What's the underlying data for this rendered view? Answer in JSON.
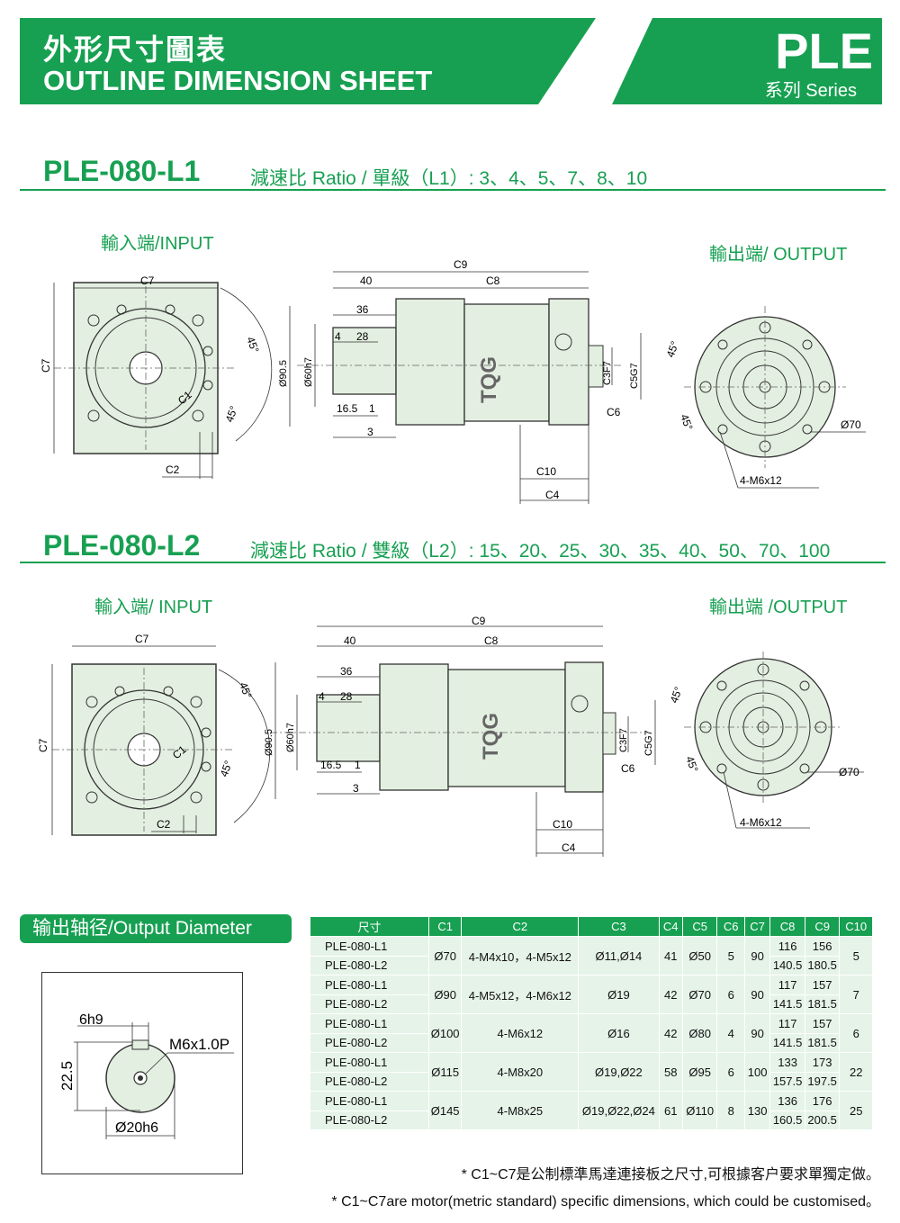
{
  "header": {
    "title_cn": "外形尺寸圖表",
    "title_en": "OUTLINE DIMENSION SHEET",
    "series_code": "PLE",
    "series_label": "系列 Series"
  },
  "colors": {
    "accent": "#17a052",
    "part_fill": "#e3efe0",
    "table_cell": "#e6f3e9"
  },
  "sections": [
    {
      "model": "PLE-080-L1",
      "ratio": "減速比 Ratio / 單級（L1）: 3、4、5、7、8、10",
      "input_label": "輸入端/INPUT",
      "output_label": "輸出端/ OUTPUT",
      "dims": {
        "c7": "C7",
        "c1": "C1",
        "c2": "C2",
        "angle": "45°",
        "c9": "C9",
        "c8": "C8",
        "d40": "40",
        "d36": "36",
        "d4": "4",
        "d28": "28",
        "d16_5": "16.5",
        "d1": "1",
        "d3": "3",
        "dia90_5": "Ø90.5",
        "dia60": "Ø60h7",
        "c3": "C3F7",
        "c5": "C5G7",
        "c6": "C6",
        "c10": "C10",
        "c4": "C4",
        "brand": "TQG",
        "dia70": "Ø70",
        "bolt": "4-M6x12"
      }
    },
    {
      "model": "PLE-080-L2",
      "ratio": "減速比 Ratio / 雙級（L2）: 15、20、25、30、35、40、50、70、100",
      "input_label": "輸入端/ INPUT",
      "output_label": "輸出端 /OUTPUT",
      "dims": {
        "c7": "C7",
        "c1": "C1",
        "c2": "C2",
        "angle": "45°",
        "c9": "C9",
        "c8": "C8",
        "d40": "40",
        "d36": "36",
        "d4": "4",
        "d28": "28",
        "d16_5": "16.5",
        "d1": "1",
        "d3": "3",
        "dia90_5": "Ø90.5",
        "dia60": "Ø60h7",
        "c3": "C3F7",
        "c5": "C5G7",
        "c6": "C6",
        "c10": "C10",
        "c4": "C4",
        "brand": "TQG",
        "dia70": "Ø70",
        "bolt": "4-M6x12"
      }
    }
  ],
  "output_diameter": {
    "heading": "输出轴径/Output Diameter",
    "key_width": "6h9",
    "thread": "M6x1.0P",
    "height": "22.5",
    "diameter": "Ø20h6"
  },
  "table": {
    "headers": [
      "尺寸",
      "C1",
      "C2",
      "C3",
      "C4",
      "C5",
      "C6",
      "C7",
      "C8",
      "C9",
      "C10"
    ],
    "groups": [
      {
        "models": [
          "PLE-080-L1",
          "PLE-080-L2"
        ],
        "c1": "Ø70",
        "c2": "4-M4x10，4-M5x12",
        "c3": "Ø11,Ø14",
        "c4": "41",
        "c5": "Ø50",
        "c6": "5",
        "c7": "90",
        "c8": [
          "116",
          "140.5"
        ],
        "c9": [
          "156",
          "180.5"
        ],
        "c10": "5"
      },
      {
        "models": [
          "PLE-080-L1",
          "PLE-080-L2"
        ],
        "c1": "Ø90",
        "c2": "4-M5x12，4-M6x12",
        "c3": "Ø19",
        "c4": "42",
        "c5": "Ø70",
        "c6": "6",
        "c7": "90",
        "c8": [
          "117",
          "141.5"
        ],
        "c9": [
          "157",
          "181.5"
        ],
        "c10": "7"
      },
      {
        "models": [
          "PLE-080-L1",
          "PLE-080-L2"
        ],
        "c1": "Ø100",
        "c2": "4-M6x12",
        "c3": "Ø16",
        "c4": "42",
        "c5": "Ø80",
        "c6": "4",
        "c7": "90",
        "c8": [
          "117",
          "141.5"
        ],
        "c9": [
          "157",
          "181.5"
        ],
        "c10": "6"
      },
      {
        "models": [
          "PLE-080-L1",
          "PLE-080-L2"
        ],
        "c1": "Ø115",
        "c2": "4-M8x20",
        "c3": "Ø19,Ø22",
        "c4": "58",
        "c5": "Ø95",
        "c6": "6",
        "c7": "100",
        "c8": [
          "133",
          "157.5"
        ],
        "c9": [
          "173",
          "197.5"
        ],
        "c10": "22"
      },
      {
        "models": [
          "PLE-080-L1",
          "PLE-080-L2"
        ],
        "c1": "Ø145",
        "c2": "4-M8x25",
        "c3": "Ø19,Ø22,Ø24",
        "c4": "61",
        "c5": "Ø110",
        "c6": "8",
        "c7": "130",
        "c8": [
          "136",
          "160.5"
        ],
        "c9": [
          "176",
          "200.5"
        ],
        "c10": "25"
      }
    ]
  },
  "notes": {
    "cn": "* C1~C7是公制標準馬達連接板之尺寸,可根據客户要求單獨定做。",
    "en": "* C1~C7are motor(metric standard) specific dimensions, which could be customised。"
  }
}
